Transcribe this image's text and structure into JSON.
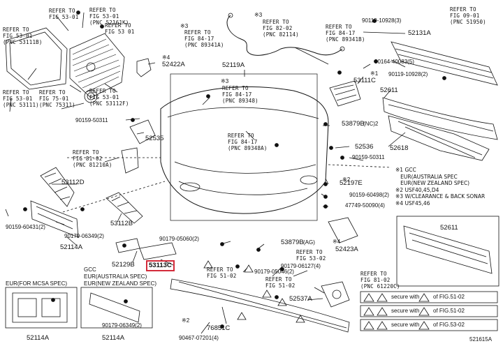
{
  "parts": {
    "p52119A": "52119A",
    "p53111C": "53111C",
    "p52131A": "52131A",
    "p52611_top": "52611",
    "p52618": "52618",
    "p52422A": "52422A",
    "p52535": "52535",
    "p53112D": "53112D",
    "p53112B": "53112B",
    "p52114A": "52114A",
    "p52129B": "52129B",
    "p53113C": "53113C",
    "p53879B_top": "53879B",
    "p53879B_nc2": "(NC)2",
    "p52536": "52536",
    "p52197E": "52197E",
    "p53879B_mid": "53879B",
    "p53879B_ag": "(AG)",
    "p52423A": "52423A",
    "p52537A": "52537A",
    "p76851C": "76851C",
    "p52611_inset": "52611",
    "p52114A_b1": "52114A",
    "p52114A_b2": "52114A"
  },
  "fasteners": {
    "f90119_10928_3": "90119-10928(3)",
    "f90164_40083_5": "90164-40083(5)",
    "f90119_10928_2": "90119-10928(2)",
    "f90159_50311_left": "90159-50311",
    "f90159_50311_right": "90159-50311",
    "f90159_60431_2": "90159-60431(2)",
    "f90179_06349_2": "90179-06349(2)",
    "f90179_05060_2": "90179-05060(2)",
    "f90159_60498_2": "90159-60498(2)",
    "f47749_50090_4": "47749-50090(4)",
    "f90179_05046_2": "90179-05046(2)",
    "f90179_06127_4": "90179-06127(4)",
    "f90467_07201_4": "90467-07201(4)",
    "f90179_06349_2_b": "90179-06349(2)",
    "sx1": "※1",
    "sx2": "※2",
    "sx3a": "※3",
    "sx3b": "※3",
    "sx3c": "※3",
    "sx4a": "※4",
    "sx4b": "※4",
    "sx2b": "※2"
  },
  "refs": {
    "r_top_left": "REFER TO\nFIG 53-01",
    "r_53_01_53111B": "REFER TO\nFIG 53-01\n(PNC 53111B)",
    "r_53_01_pnc53111": "REFER TO\nFIG 53-01\n(PNC 53111)",
    "r_53_01_52161K": "REFER TO\nFIG 53-01\n(PNC 52161K)",
    "r_53_01_upper": "REFER TO\nFIG 53 01",
    "r_75_01": "REFER TO\nFIG 75-01\n(PNC 75311)",
    "r_53_01_53112F": "REFER TO\nFIG 53-01\n(PNC 53112F)",
    "r_84_17_89341A": "REFER TO\nFIG 84-17\n(PNC 89341A)",
    "r_82_02_82114": "REFER TO\nFIG 82-02\n(PNC 82114)",
    "r_84_17_89341B": "REFER TO\nFIG 84-17\n(PNC 89341B)",
    "r_09_01": "REFER TO\nFIG 09-01\n(PNC 51950)",
    "r_84_17_89348": "REFER TO\nFIG 84-17\n(PNC 89348)",
    "r_84_17_89348A": "REFER TO\nFIG 84-17\n(PNC 89348A)",
    "r_81_02_81210A": "REFER TO\nFIG 81-02\n(PNC 81210A)",
    "r_53_02_a": "REFER TO\nFIG 53-02",
    "r_51_02_a": "REFER TO\nFIG 51-02",
    "r_51_02_b": "REFER TO\nFIG 51-02",
    "r_81_02_61220": "REFER TO\nFIG 81-02\n(PNC 61220C)"
  },
  "notes": {
    "legend": "※1 GCC\n   EUR(AUSTRALIA SPEC\n   EUR(NEW ZEALAND SPEC)\n※2 USF40,45,D4\n※3 W/CLEARANCE & BACK SONAR\n※4 USF45,46",
    "bottom_left_hdr1": "GCC",
    "bottom_left_hdr2": "EUR(AUSTRALIA SPEC)",
    "bottom_left_hdr3": "EUR(NEW ZEALAND SPEC)",
    "bottom_left_hdr4": "EUR(FOR MCSA SPEC)",
    "warn1": "secure with",
    "warn1b": "of FIG.51-02",
    "warn2": "secure with",
    "warn2b": "of FIG.51-02",
    "warn3": "secure with",
    "warn3b": "of FIG.53-02",
    "figno": "521615A"
  }
}
